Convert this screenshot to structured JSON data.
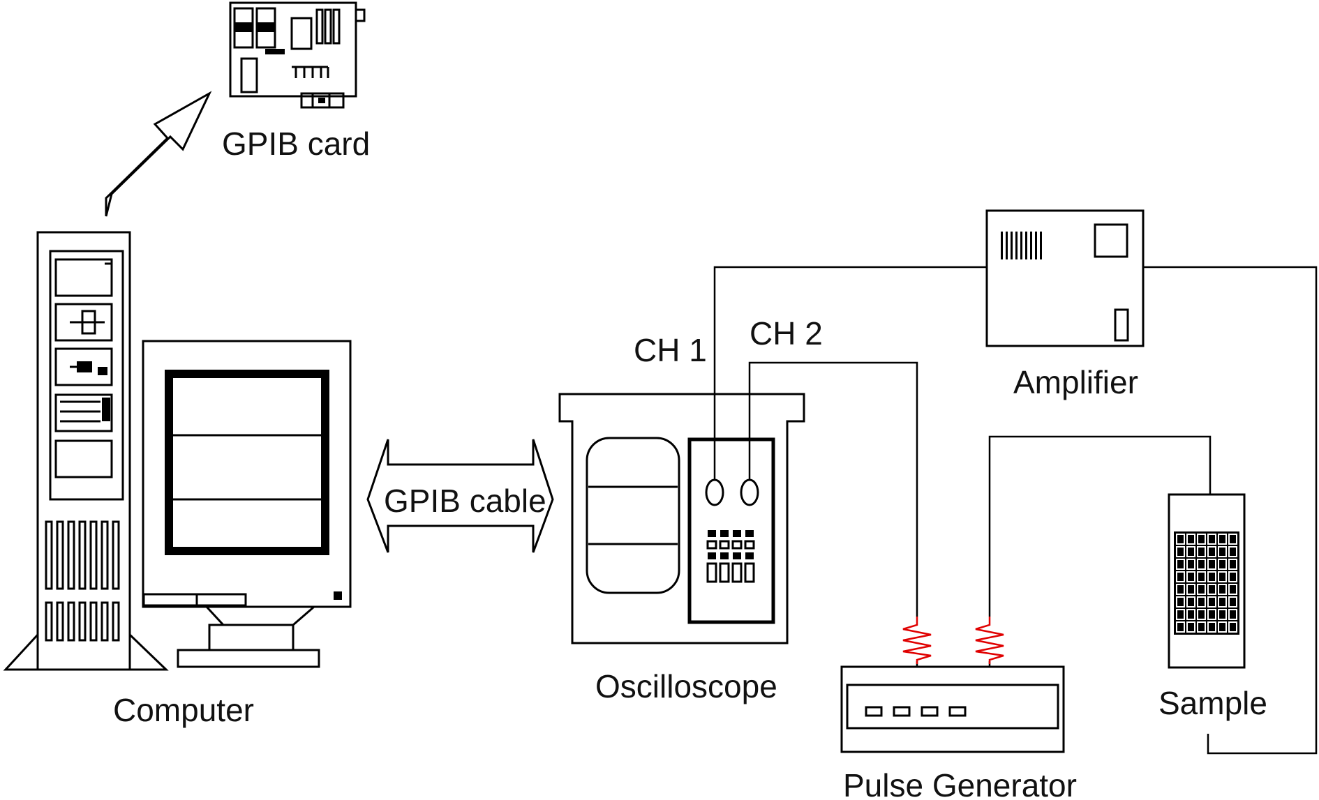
{
  "labels": {
    "gpib_card": "GPIB card",
    "computer": "Computer",
    "gpib_cable": "GPIB cable",
    "ch1": "CH 1",
    "ch2": "CH 2",
    "oscilloscope": "Oscilloscope",
    "amplifier": "Amplifier",
    "pulse_generator": "Pulse Generator",
    "sample": "Sample"
  },
  "colors": {
    "line": "#000000",
    "resistor": "#e00000",
    "background": "#ffffff"
  }
}
